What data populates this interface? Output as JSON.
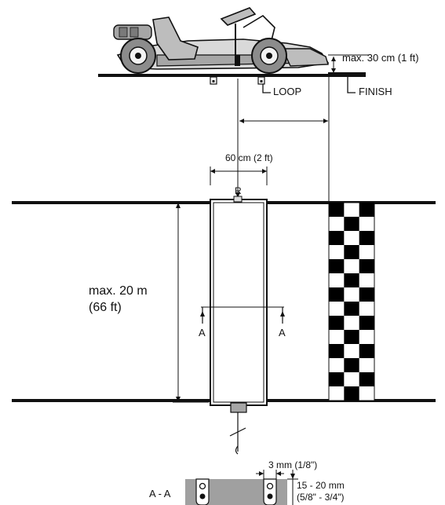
{
  "labels": {
    "max_height": "max. 30 cm (1 ft)",
    "loop": "LOOP",
    "finish": "FINISH",
    "loop_width": "60 cm (2 ft)",
    "reference": "R",
    "max_length_line1": "max. 20 m",
    "max_length_line2": "(66 ft)",
    "section_marker": "A",
    "section_title": "A - A",
    "groove_width": "3 mm (1/8\")",
    "depth_mm": "15 - 20 mm",
    "depth_in": "(5/8\" - 3/4\")"
  },
  "colors": {
    "line": "#111111",
    "kart_light": "#d9d9d9",
    "kart_mid": "#a6a6a6",
    "asphalt": "#a0a0a0",
    "checker": "#000000"
  }
}
